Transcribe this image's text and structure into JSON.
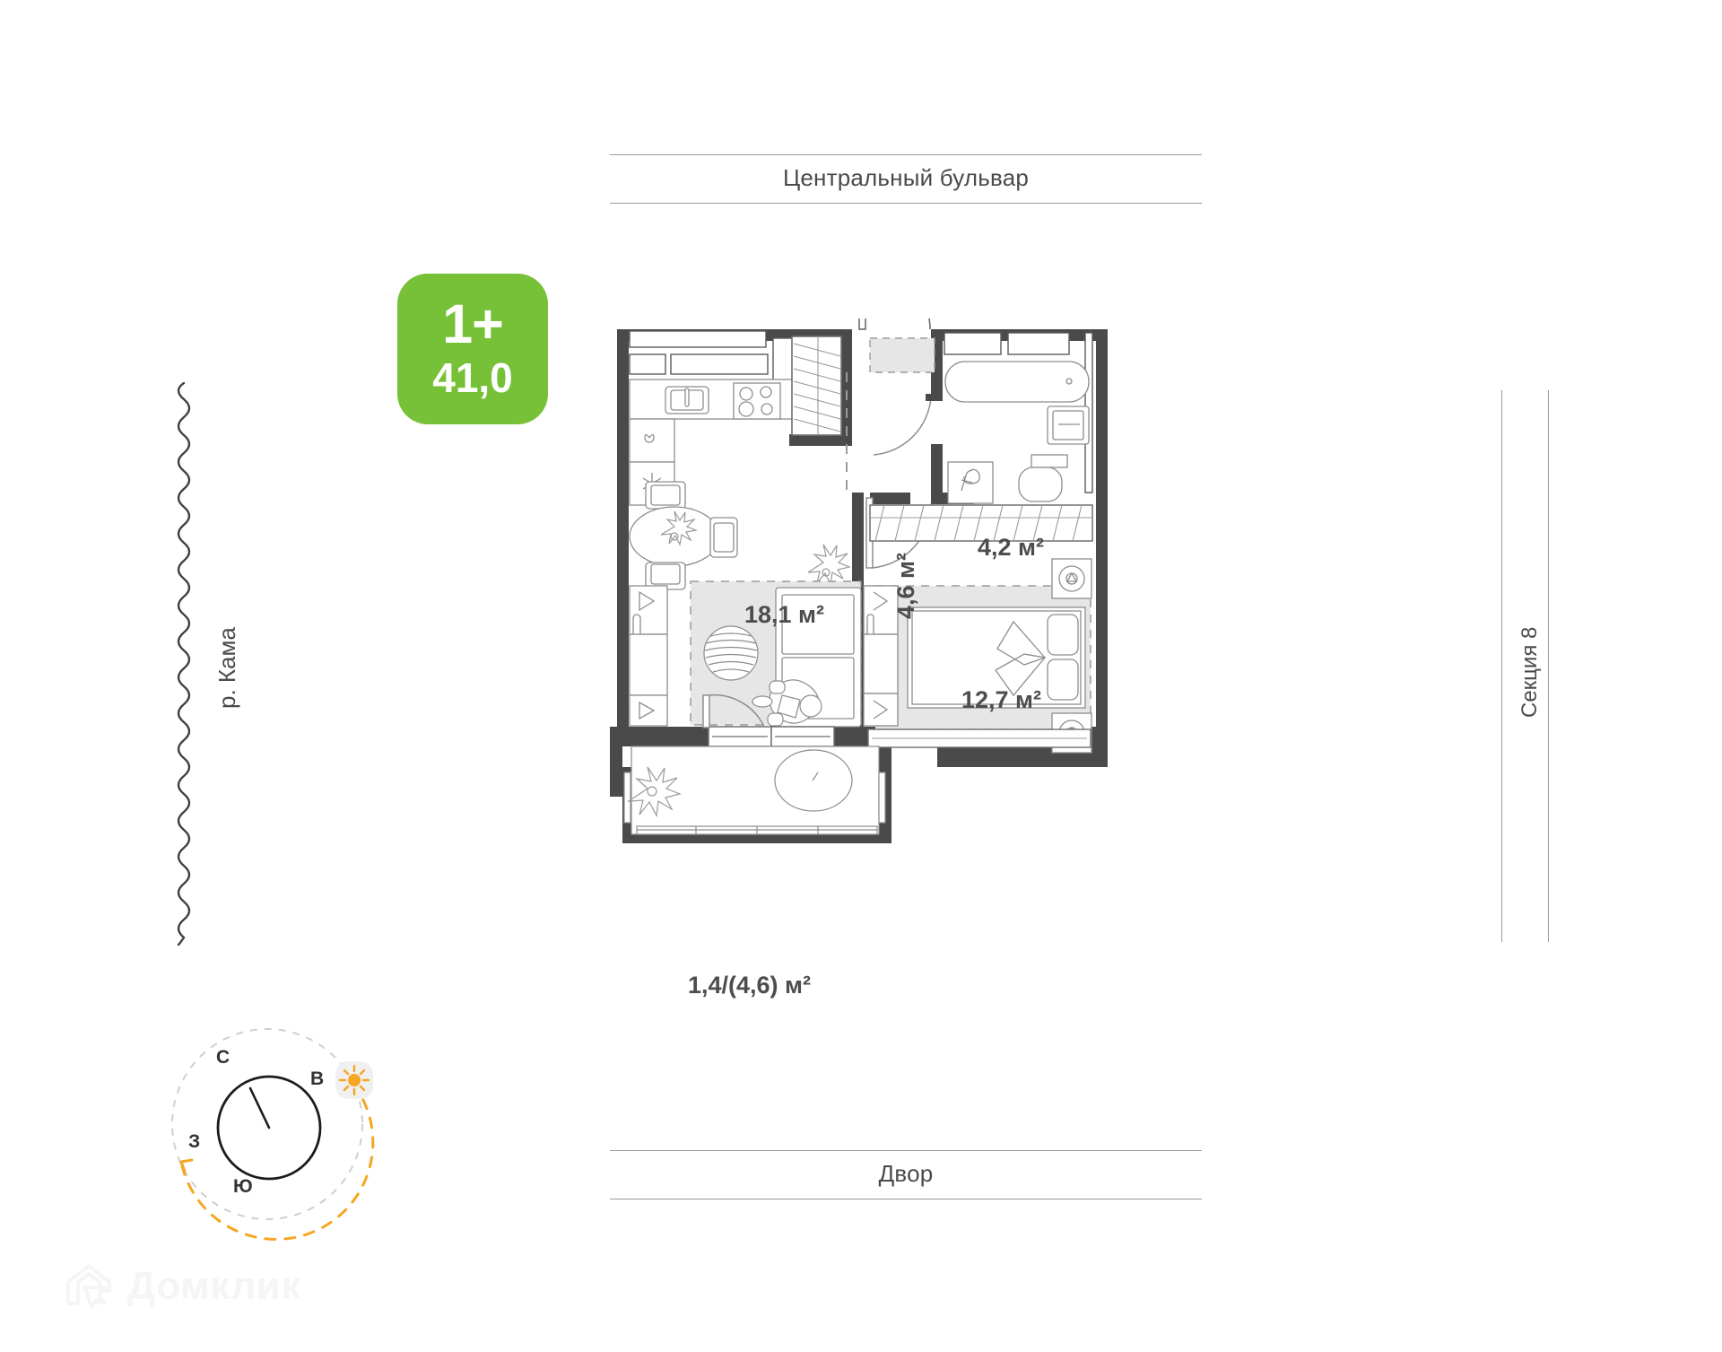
{
  "badge": {
    "rooms": "1+",
    "area": "41,0",
    "color": "#76c137"
  },
  "orientation": {
    "top_street": "Центральный бульвар",
    "bottom_street": "Двор",
    "left_landmark": "р. Кама",
    "right_section": "Секция 8"
  },
  "compass": {
    "north": "С",
    "east": "В",
    "south": "Ю",
    "west": "З",
    "sun_icon": "sun-icon",
    "sun_path_color": "#f5a623"
  },
  "rooms": [
    {
      "name": "kitchen-living-room",
      "label": "18,1 м²"
    },
    {
      "name": "hallway",
      "label": "4,6 м²"
    },
    {
      "name": "bathroom",
      "label": "4,2 м²"
    },
    {
      "name": "bedroom",
      "label": "12,7 м²"
    },
    {
      "name": "balcony",
      "label": "1,4/(4,6) м²"
    }
  ],
  "watermark": {
    "text": "Домклик",
    "logo_icon": "domclick-house-icon"
  }
}
